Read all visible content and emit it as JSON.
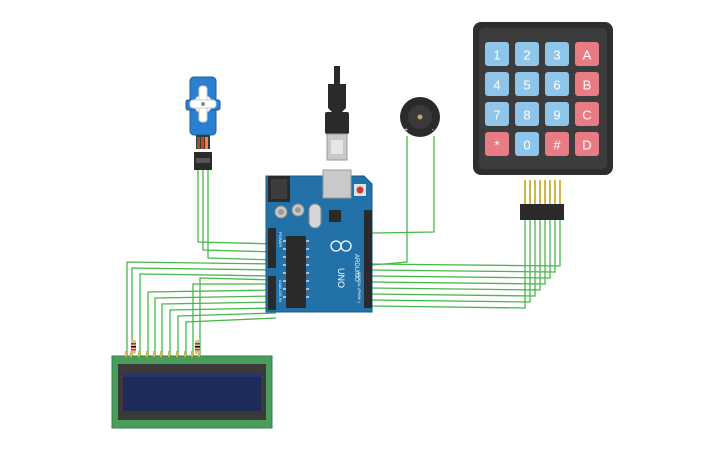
{
  "keypad": {
    "keys": [
      {
        "label": "1",
        "type": "digit"
      },
      {
        "label": "2",
        "type": "digit"
      },
      {
        "label": "3",
        "type": "digit"
      },
      {
        "label": "A",
        "type": "letter"
      },
      {
        "label": "4",
        "type": "digit"
      },
      {
        "label": "5",
        "type": "digit"
      },
      {
        "label": "6",
        "type": "digit"
      },
      {
        "label": "B",
        "type": "letter"
      },
      {
        "label": "7",
        "type": "digit"
      },
      {
        "label": "8",
        "type": "digit"
      },
      {
        "label": "9",
        "type": "digit"
      },
      {
        "label": "C",
        "type": "letter"
      },
      {
        "label": "*",
        "type": "letter"
      },
      {
        "label": "0",
        "type": "digit"
      },
      {
        "label": "#",
        "type": "letter"
      },
      {
        "label": "D",
        "type": "letter"
      }
    ]
  },
  "buzzer": {
    "plus_label": "+",
    "minus_label": "-"
  },
  "arduino": {
    "brand_text": "ARDUINO",
    "model_text": "UNO",
    "digital_header_text": "DIGITAL (PWM~)",
    "power_header_text": "POWER",
    "analog_header_text": "ANALOG IN"
  },
  "colors": {
    "wire": "#47b84a",
    "keypad_frame": "#2e2e2e",
    "key_digit": "#8ec5e8",
    "key_letter": "#e87c84",
    "arduino_board": "#2271a8",
    "lcd_board": "#4a9e5c",
    "lcd_screen": "#1d2a5a",
    "servo": "#2b7fd0"
  }
}
